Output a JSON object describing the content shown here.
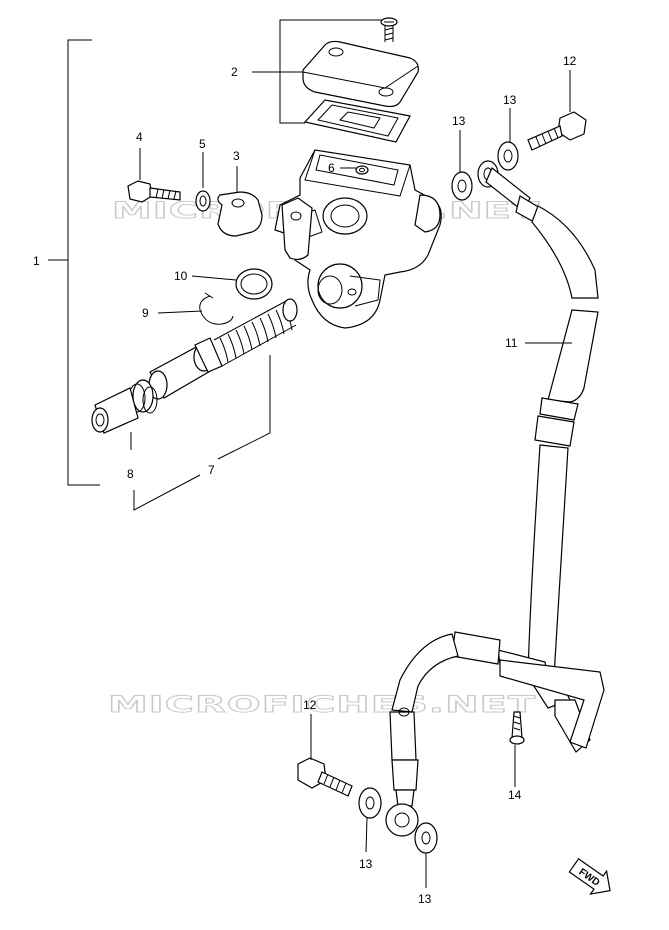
{
  "watermarks": [
    "MICROFICHES.NET",
    "MICROFICHES.NET"
  ],
  "callouts": {
    "c1": "1",
    "c2": "2",
    "c3": "3",
    "c4": "4",
    "c5": "5",
    "c6": "6",
    "c7": "7",
    "c8": "8",
    "c9": "9",
    "c10": "10",
    "c11": "11",
    "c12a": "12",
    "c12b": "12",
    "c13a": "13",
    "c13b": "13",
    "c13c": "13",
    "c13d": "13",
    "c14": "14"
  },
  "direction_badge": "FWD"
}
